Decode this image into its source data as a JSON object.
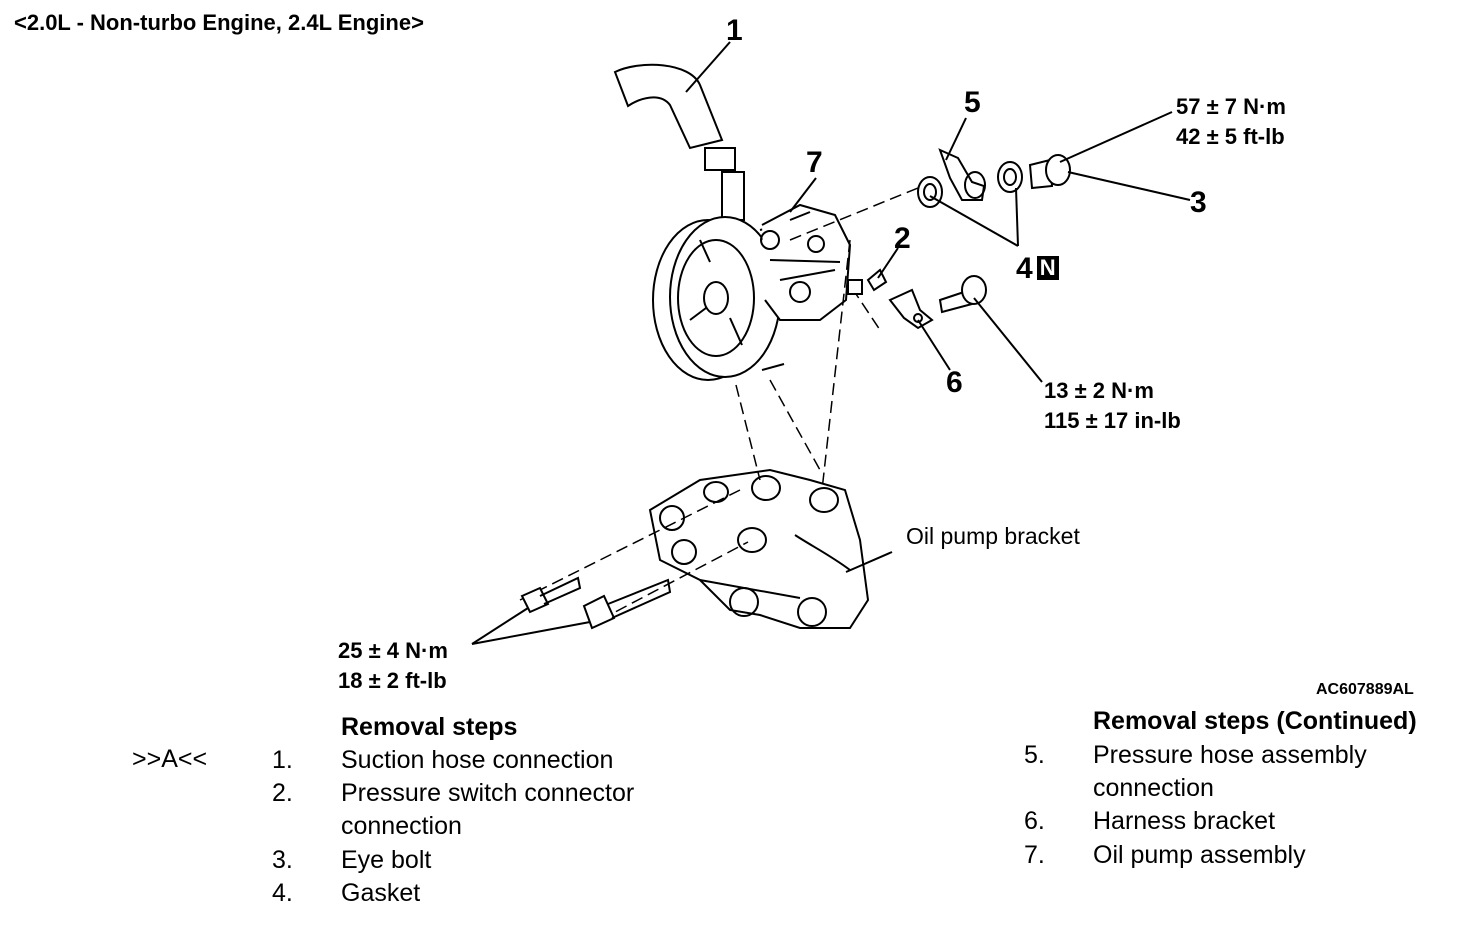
{
  "header": "<2.0L - Non-turbo Engine, 2.4L Engine>",
  "figure": {
    "callouts": [
      "1",
      "2",
      "3",
      "4",
      "5",
      "6",
      "7"
    ],
    "n_badge": "N",
    "torques": {
      "eye_bolt": [
        "57 ± 7 N·m",
        "42 ± 5 ft-lb"
      ],
      "harness_bolt": [
        "13 ± 2 N·m",
        "115 ± 17 in-lb"
      ],
      "pump_bolts": [
        "25 ± 4 N·m",
        "18 ± 2 ft-lb"
      ]
    },
    "oil_pump_bracket_label": "Oil pump bracket",
    "figure_id": "AC607889AL"
  },
  "removal_steps": {
    "title": "Removal steps",
    "title_continued": "Removal steps (Continued)",
    "reference_mark": ">>A<<",
    "left": [
      {
        "num": "1.",
        "text": "Suction hose connection"
      },
      {
        "num": "2.",
        "text": "Pressure switch connector",
        "text2": "connection"
      },
      {
        "num": "3.",
        "text": "Eye bolt"
      },
      {
        "num": "4.",
        "text": "Gasket"
      }
    ],
    "right": [
      {
        "num": "5.",
        "text": "Pressure hose assembly",
        "text2": "connection"
      },
      {
        "num": "6.",
        "text": "Harness bracket"
      },
      {
        "num": "7.",
        "text": "Oil pump assembly"
      }
    ]
  }
}
